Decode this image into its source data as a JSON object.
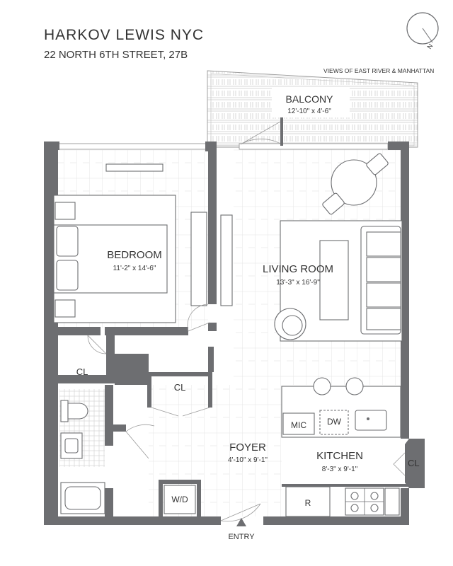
{
  "header": {
    "title": "HARKOV LEWIS  NYC",
    "subtitle": "22 NORTH 6TH STREET, 27B",
    "view_note": "VIEWS OF EAST RIVER & MANHATTAN",
    "compass_letter": "N"
  },
  "rooms": {
    "balcony": {
      "name": "BALCONY",
      "size": "12'-10\" x 4'-6\""
    },
    "bedroom": {
      "name": "BEDROOM",
      "size": "11'-2\" x 14'-6\""
    },
    "living": {
      "name": "LIVING ROOM",
      "size": "13'-3\" x 16'-9\""
    },
    "foyer": {
      "name": "FOYER",
      "size": "4'-10\" x 9'-1\""
    },
    "kitchen": {
      "name": "KITCHEN",
      "size": "8'-3\" x 9'-1\""
    }
  },
  "fixtures": {
    "closet_bedroom": "CL",
    "closet_foyer": "CL",
    "closet_kitchen": "CL",
    "microwave": "MIC",
    "dishwasher": "DW",
    "washer_dryer": "W/D",
    "refrigerator": "R"
  },
  "entry": "ENTRY"
}
